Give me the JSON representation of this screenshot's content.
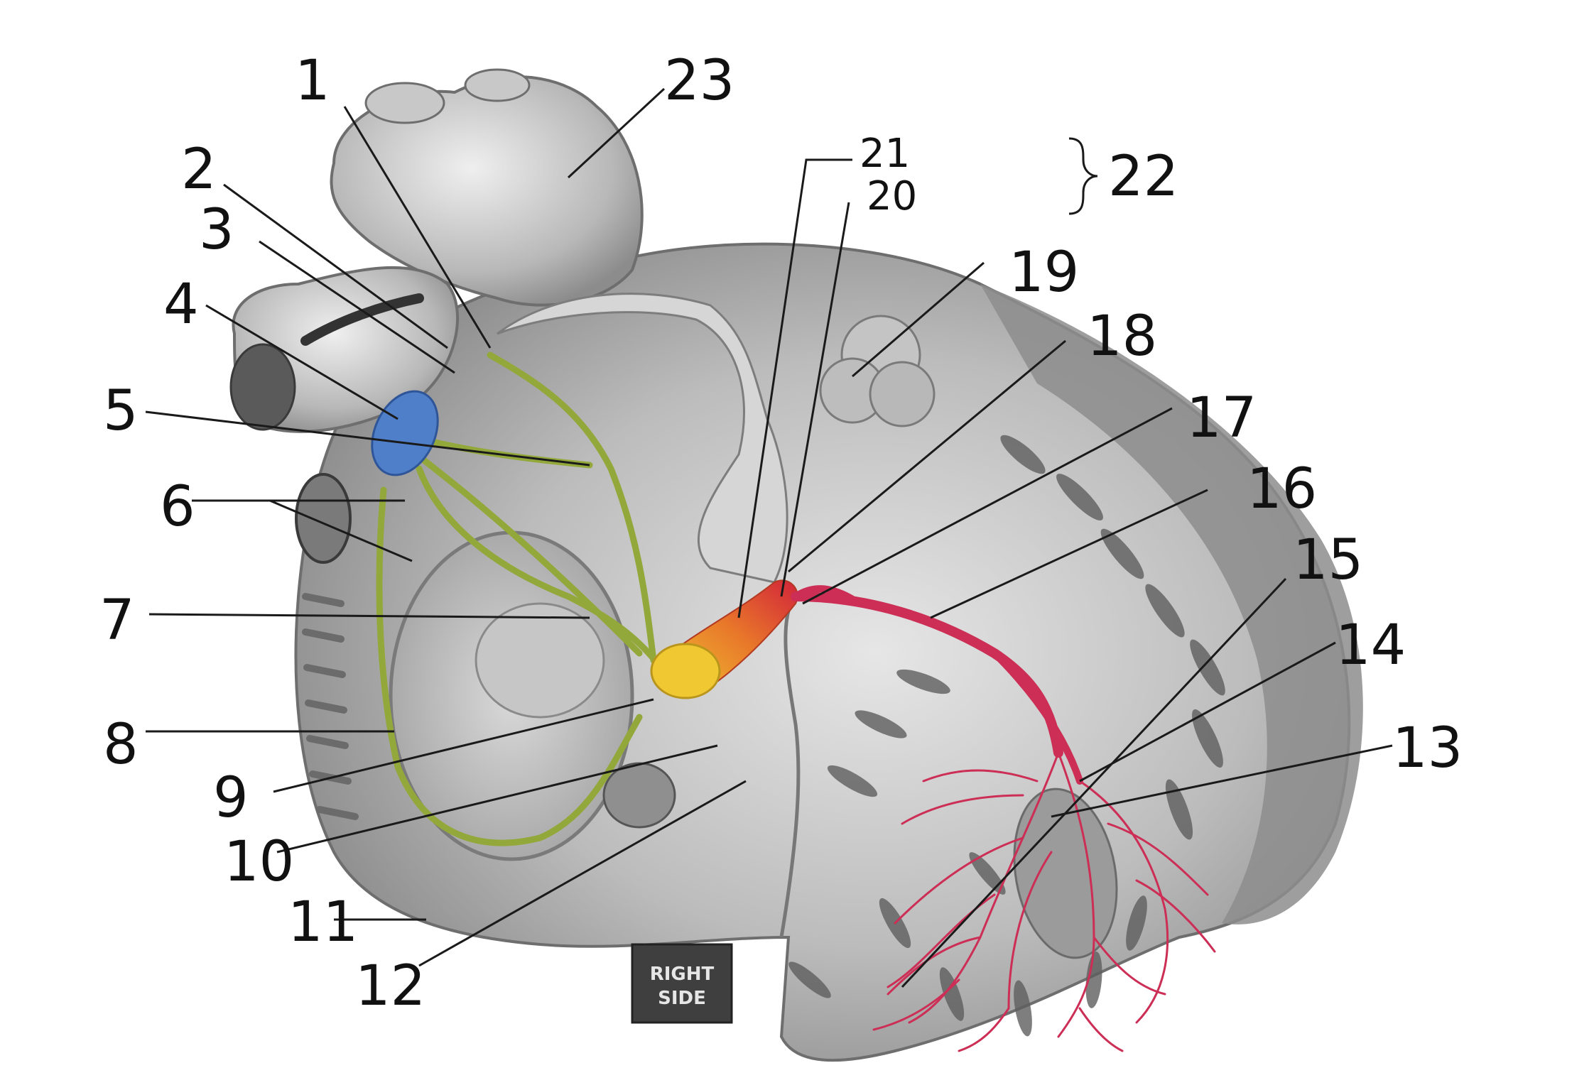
{
  "diagram": {
    "labels": [
      "1",
      "2",
      "3",
      "4",
      "5",
      "6",
      "7",
      "8",
      "9",
      "10",
      "11",
      "12",
      "13",
      "14",
      "15",
      "16",
      "17",
      "18",
      "19",
      "20",
      "21",
      "22",
      "23"
    ],
    "badge": {
      "line1": "RIGHT",
      "line2": "SIDE"
    }
  },
  "colors": {
    "sa_node": "#4f7fc9",
    "av_node": "#f0c832",
    "bundle_of_his": "#e0632a",
    "bundle_branches": "#cc2e55",
    "internodal_pathways": "#93a83a",
    "heart_tissue": "#b9b9b9",
    "heart_shadow": "#7d7d7d",
    "leader": "#1a1a1a"
  },
  "icons": [
    "heart-illustration"
  ]
}
